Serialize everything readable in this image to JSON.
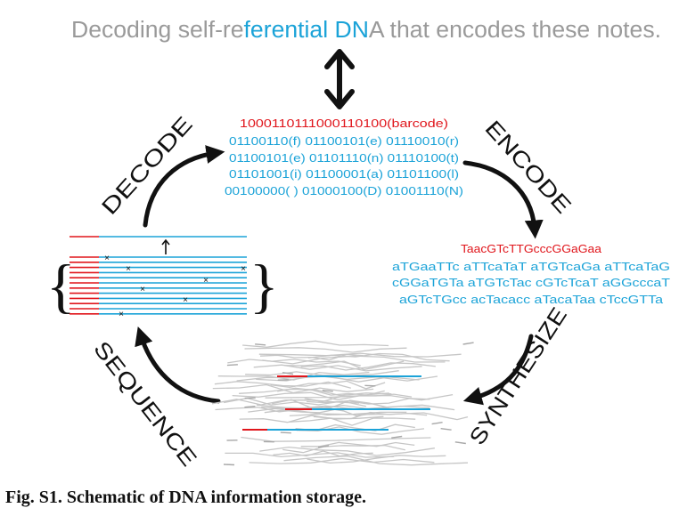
{
  "title": {
    "part1": "Decoding self-re",
    "part2": "ferential DN",
    "part3": "A that encodes these notes."
  },
  "binary_block": {
    "barcode": "1000110111000110100(barcode)",
    "rows": [
      "01100110(f) 01100101(e) 01110010(r)",
      "01100101(e) 01101110(n) 01110100(t)",
      "01101001(i) 01100001(a) 01101100(l)",
      "00100000( ) 01000100(D) 01001110(N)"
    ]
  },
  "dna_block": {
    "barcode": "TaacGTcTTGcccGGaGaa",
    "rows": [
      "aTGaaTTc aTTcaTaT aTGTcaGa aTTcaTaG",
      "cGGaTGTa aTGTcTac cGTcTcaT aGGcccaT",
      "aGTcTGcc acTacacc aTacaTaa cTccGTTa"
    ]
  },
  "steps": {
    "decode": "DECODE",
    "encode": "ENCODE",
    "synthesize": "SYNTHESIZE",
    "sequence": "SEQUENCE"
  },
  "caption": "Fig. S1. Schematic of DNA information storage.",
  "colors": {
    "title_gray": "#9a9a9a",
    "blue": "#1ba3d8",
    "red": "#e0161c",
    "black": "#111111",
    "strand_gray": "#c6c6c6"
  }
}
